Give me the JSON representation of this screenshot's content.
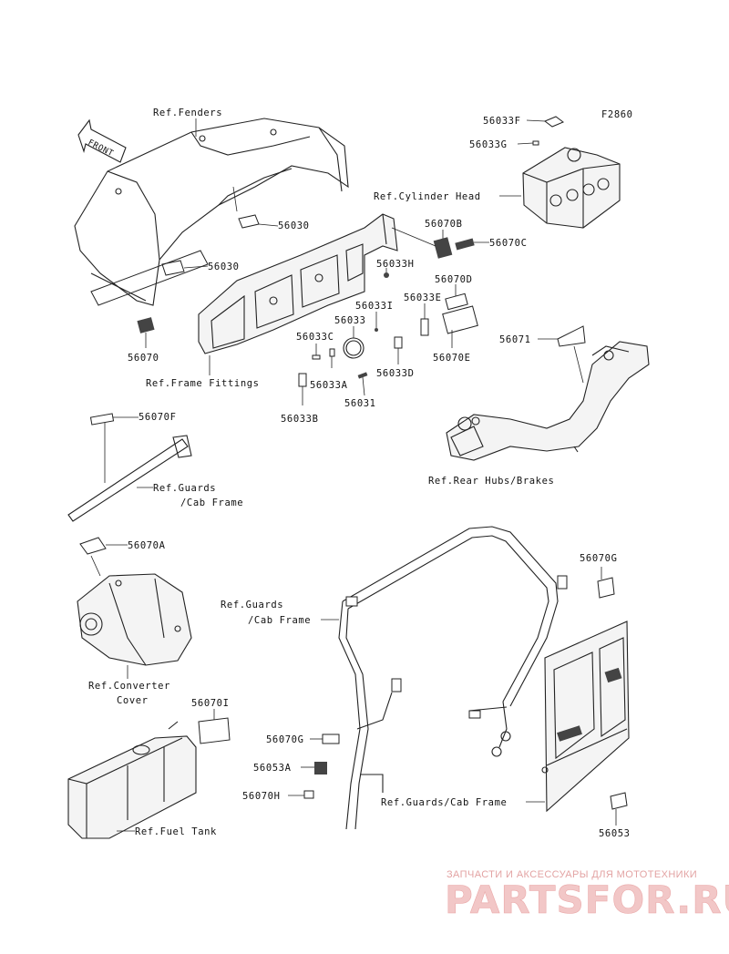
{
  "diagram_code": "F2860",
  "labels": {
    "ref_fenders": "Ref.Fenders",
    "front": "FRONT",
    "p56030_a": "56030",
    "p56030_b": "56030",
    "p56070": "56070",
    "ref_frame_fittings": "Ref.Frame Fittings",
    "p56033F": "56033F",
    "p56033G": "56033G",
    "ref_cylinder_head": "Ref.Cylinder Head",
    "p56070B": "56070B",
    "p56070C": "56070C",
    "p56033H": "56033H",
    "p56070D": "56070D",
    "p56033I": "56033I",
    "p56033E": "56033E",
    "p56033": "56033",
    "p56071": "56071",
    "p56033C": "56033C",
    "p56070E": "56070E",
    "p56033A": "56033A",
    "p56033D": "56033D",
    "p56031": "56031",
    "p56033B": "56033B",
    "p56070F": "56070F",
    "ref_guards_cab_1": "Ref.Guards",
    "ref_guards_cab_2": "/Cab Frame",
    "ref_rear_hubs": "Ref.Rear Hubs/Brakes",
    "p56070A": "56070A",
    "p56070G_a": "56070G",
    "ref_guards_cab_b1": "Ref.Guards",
    "ref_guards_cab_b2": "/Cab Frame",
    "ref_converter_1": "Ref.Converter",
    "ref_converter_2": "Cover",
    "p56070I": "56070I",
    "p56070G_b": "56070G",
    "p56053A": "56053A",
    "p56070H": "56070H",
    "ref_guards_cab_frame": "Ref.Guards/Cab Frame",
    "ref_fuel_tank": "Ref.Fuel Tank",
    "p56053": "56053"
  },
  "watermark": {
    "tagline": "ЗАПЧАСТИ И АКСЕССУАРЫ ДЛЯ МОТОТЕХНИКИ",
    "brand": "PARTSFOR.RU"
  }
}
